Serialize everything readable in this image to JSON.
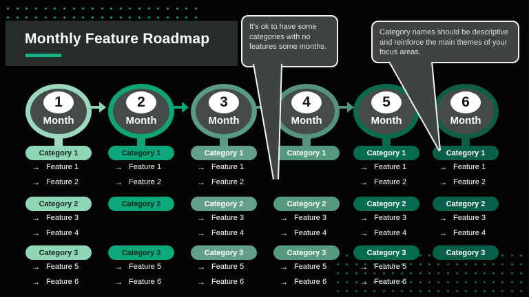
{
  "slide": {
    "title": "Monthly Feature Roadmap",
    "accent_color": "#16B287",
    "background_color": "#040404",
    "title_box_color": "#262C2A"
  },
  "callouts": [
    {
      "text": "It's ok to have some categories with no features some months."
    },
    {
      "text": "Category names should be descriptive and reinforce the main themes of your focus areas."
    }
  ],
  "dot_patterns": {
    "top_left_color": "#0EA77A",
    "bottom_right_color": "#0C6F54"
  },
  "timeline": {
    "months": [
      {
        "number": "1",
        "label": "Month",
        "ring_color": "#9CD9BC",
        "pill_color": "#8FD6B7",
        "pill_text_color": "#13241D",
        "arrow_color": "#8FD6B7",
        "categories": [
          {
            "name": "Category 1",
            "features": [
              "Feature 1",
              "Feature 2"
            ]
          },
          {
            "name": "Category 2",
            "features": [
              "Feature 3",
              "Feature 4"
            ]
          },
          {
            "name": "Category 3",
            "features": [
              "Feature 5",
              "Feature 6"
            ]
          }
        ]
      },
      {
        "number": "2",
        "label": "Month",
        "ring_color": "#0EA478",
        "pill_color": "#0CA87B",
        "pill_text_color": "#06281E",
        "arrow_color": "#0FA67B",
        "categories": [
          {
            "name": "Category 1",
            "features": [
              "Feature 1",
              "Feature 2"
            ]
          },
          {
            "name": "Category 2",
            "features": []
          },
          {
            "name": "Category 3",
            "features": [
              "Feature 5",
              "Feature 6"
            ]
          }
        ]
      },
      {
        "number": "3",
        "label": "Month",
        "ring_color": "#5A9B85",
        "pill_color": "#63A08C",
        "pill_text_color": "#FFFFFF",
        "arrow_color": "#5A9B85",
        "categories": [
          {
            "name": "Category 1",
            "features": [
              "Feature 1",
              "Feature 2"
            ]
          },
          {
            "name": "Category 2",
            "features": [
              "Feature 3",
              "Feature 4"
            ]
          },
          {
            "name": "Category 3",
            "features": [
              "Feature 5",
              "Feature 6"
            ]
          }
        ]
      },
      {
        "number": "4",
        "label": "Month",
        "ring_color": "#54947F",
        "pill_color": "#55997F",
        "pill_text_color": "#FFFFFF",
        "arrow_color": "#54947F",
        "categories": [
          {
            "name": "Category 1",
            "features": []
          },
          {
            "name": "Category 2",
            "features": [
              "Feature 3",
              "Feature 4"
            ]
          },
          {
            "name": "Category 3",
            "features": [
              "Feature 5",
              "Feature 6"
            ]
          }
        ]
      },
      {
        "number": "5",
        "label": "Month",
        "ring_color": "#0A6B4F",
        "pill_color": "#056C51",
        "pill_text_color": "#FFFFFF",
        "arrow_color": "#2FA37B",
        "categories": [
          {
            "name": "Category 1",
            "features": [
              "Feature 1",
              "Feature 2"
            ]
          },
          {
            "name": "Category 2",
            "features": [
              "Feature 3",
              "Feature 4"
            ]
          },
          {
            "name": "Category 3",
            "features": [
              "Feature 5",
              "Feature 6"
            ]
          }
        ]
      },
      {
        "number": "6",
        "label": "Month",
        "ring_color": "#0F5D46",
        "pill_color": "#09604A",
        "pill_text_color": "#FFFFFF",
        "arrow_color": "",
        "categories": [
          {
            "name": "Category 1",
            "features": [
              "Feature 1",
              "Feature 2"
            ]
          },
          {
            "name": "Category 2",
            "features": [
              "Feature 3",
              "Feature 4"
            ]
          },
          {
            "name": "Category 3",
            "features": []
          }
        ]
      }
    ]
  }
}
